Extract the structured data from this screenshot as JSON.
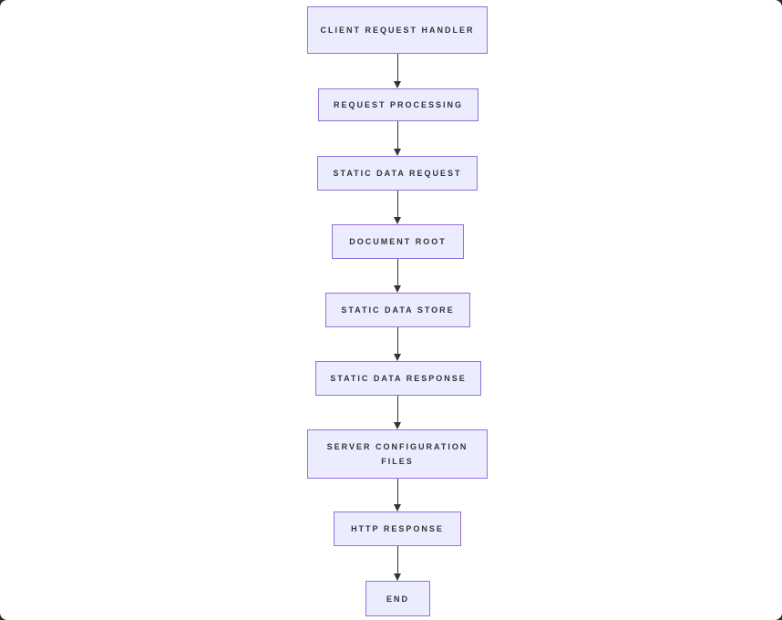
{
  "diagram": {
    "type": "flowchart",
    "direction": "top-down",
    "nodes": [
      {
        "label": "CLIENT REQUEST HANDLER"
      },
      {
        "label": "REQUEST PROCESSING"
      },
      {
        "label": "STATIC DATA REQUEST"
      },
      {
        "label": "DOCUMENT ROOT"
      },
      {
        "label": "STATIC DATA STORE"
      },
      {
        "label": "STATIC DATA RESPONSE"
      },
      {
        "label": "SERVER CONFIGURATION FILES"
      },
      {
        "label": "HTTP RESPONSE"
      },
      {
        "label": "END"
      }
    ],
    "edges": [
      {
        "from": 0,
        "to": 1
      },
      {
        "from": 1,
        "to": 2
      },
      {
        "from": 2,
        "to": 3
      },
      {
        "from": 3,
        "to": 4
      },
      {
        "from": 4,
        "to": 5
      },
      {
        "from": 5,
        "to": 6
      },
      {
        "from": 6,
        "to": 7
      },
      {
        "from": 7,
        "to": 8
      }
    ],
    "colors": {
      "node_fill": "#ECECFF",
      "node_border": "#9370DB",
      "edge": "#333333",
      "text": "#333333",
      "background": "#FFFFFF"
    }
  }
}
